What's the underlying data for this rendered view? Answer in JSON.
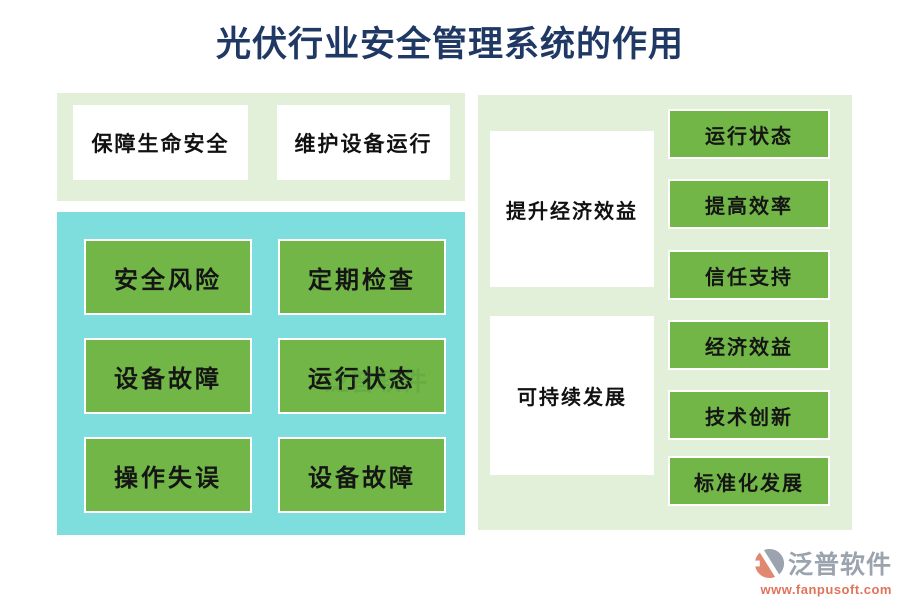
{
  "title": "光伏行业安全管理系统的作用",
  "colors": {
    "title_navy": "#1f3864",
    "panel_light_green": "#e2efd9",
    "panel_teal": "#7edede",
    "button_green": "#71b646",
    "button_text": "#151515",
    "logo_gray": "#9aa3ae",
    "logo_salmon": "#e0745a"
  },
  "safeguards_panel": {
    "boxes": [
      {
        "label": "保障生命安全"
      },
      {
        "label": "维护设备运行"
      }
    ]
  },
  "risks_panel": {
    "buttons": [
      {
        "label": "安全风险"
      },
      {
        "label": "定期检查"
      },
      {
        "label": "设备故障"
      },
      {
        "label": "运行状态"
      },
      {
        "label": "操作失误"
      },
      {
        "label": "设备故障"
      }
    ]
  },
  "benefits_panel": {
    "groups": [
      {
        "label": "提升经济效益",
        "buttons": [
          {
            "label": "运行状态"
          },
          {
            "label": "提高效率"
          },
          {
            "label": "信任支持"
          }
        ]
      },
      {
        "label": "可持续发展",
        "buttons": [
          {
            "label": "经济效益"
          },
          {
            "label": "技术创新"
          },
          {
            "label": "标准化发展"
          }
        ]
      }
    ]
  },
  "watermark": "泛普软件",
  "logo": {
    "name": "泛普软件",
    "url": "www.fanpusoft.com"
  }
}
